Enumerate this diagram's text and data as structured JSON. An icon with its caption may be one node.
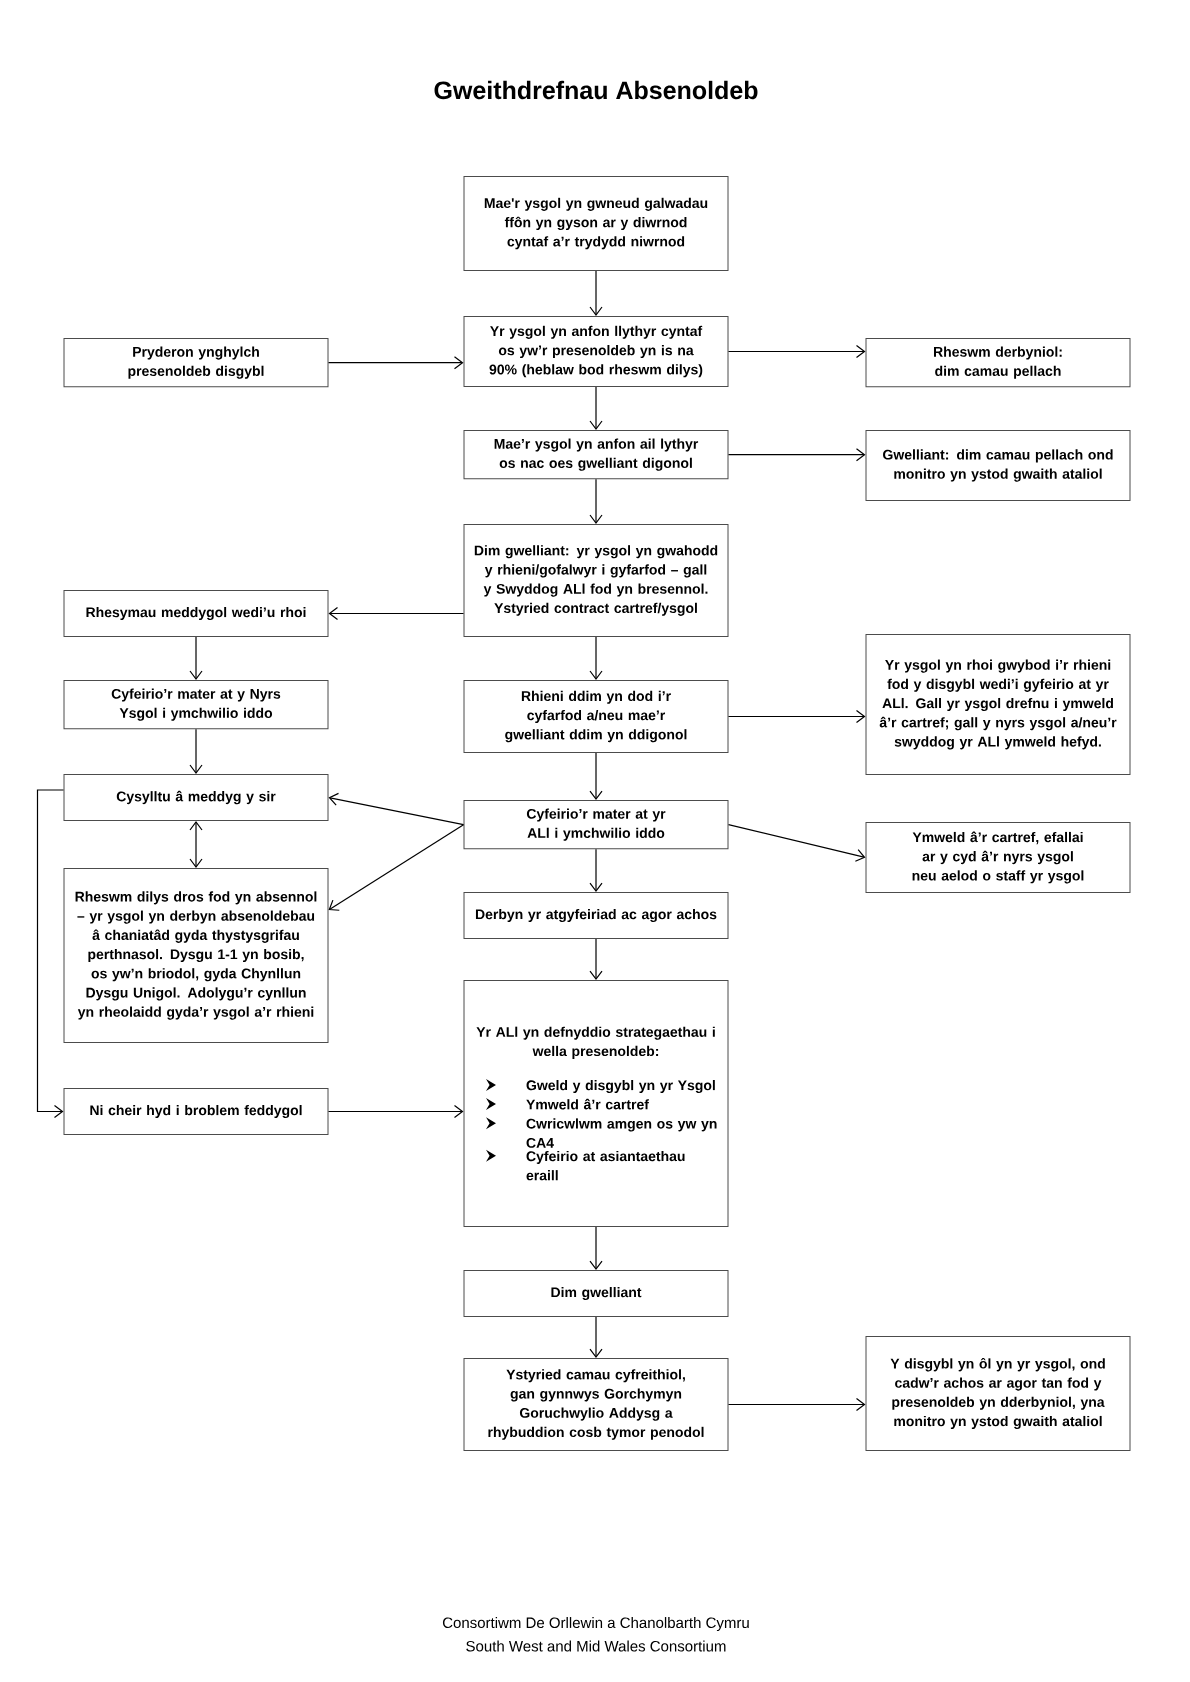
{
  "diagram": {
    "title": "Gweithdrefnau Absenoldeb",
    "nodes": [
      {
        "text": [
          "Mae'r ysgol yn gwneud galwadau ffôn yn gyson ar y diwrnod cyntaf a’r trydydd niwrnod"
        ]
      },
      {
        "text": [
          "Pryderon ynghylch presenoldeb disgybl"
        ]
      },
      {
        "text": [
          "Yr ysgol yn anfon llythyr cyntaf os yw’r presenoldeb yn is na 90% (heblaw bod rheswm dilys)"
        ]
      },
      {
        "text": [
          "Rheswm derbyniol: dim camau pellach"
        ]
      },
      {
        "text": [
          "Mae’r ysgol yn anfon ail lythyr os nac oes gwelliant digonol"
        ]
      },
      {
        "text": [
          "Gwelliant: dim camau pellach ond monitro yn ystod gwaith ataliol"
        ]
      },
      {
        "text": [
          "Dim gwelliant: yr ysgol yn gwahodd y rhieni/gofalwyr i gyfarfod – gall y Swyddog ALl fod yn bresennol.  Ystyried contract cartref/ysgol"
        ]
      },
      {
        "text": [
          "Rhesymau meddygol wedi’u rhoi"
        ]
      },
      {
        "text": [
          "Cyfeirio’r mater at y Nyrs Ysgol i ymchwilio iddo"
        ]
      },
      {
        "text": [
          "Rhieni ddim yn dod i’r cyfarfod a/neu mae’r gwelliant ddim yn ddigonol"
        ]
      },
      {
        "text": [
          "Yr ysgol yn rhoi gwybod i’r rhieni fod y disgybl wedi’i gyfeirio at yr ALl. Gall yr ysgol drefnu i ymweld â’r cartref; gall y nyrs ysgol a/neu’r swyddog yr  ALl ymweld hefyd."
        ]
      },
      {
        "text": [
          "Cysylltu â meddyg y sir"
        ]
      },
      {
        "text": [
          "Cyfeirio’r mater at yr ALl i ymchwilio iddo"
        ]
      },
      {
        "text": [
          "Ymweld â’r cartref, efallai ar y cyd â’r nyrs ysgol neu aelod o staff yr ysgol"
        ]
      },
      {
        "text": [
          "Rheswm dilys dros fod yn absennol – yr ysgol yn derbyn absenoldebau â chaniatâd gyda thystysgrifau perthnasol. Dysgu 1-1 yn bosib, os yw’n briodol, gyda Chynllun Dysgu Unigol. Adolygu’r cynllun yn rheolaidd gyda’r ysgol a’r rhieni"
        ]
      },
      {
        "text": [
          "Derbyn yr atgyfeiriad ac agor achos"
        ]
      },
      {
        "text": [
          "Ni cheir hyd i broblem feddygol"
        ]
      },
      {
        "text": [
          "Yr ALl yn defnyddio strategaethau i wella presenoldeb:",
          "Gweld y disgybl yn yr Ysgol",
          "Ymweld â’r cartref",
          "Cwricwlwm amgen os yw yn CA4",
          "Cyfeirio at asiantaethau eraill"
        ]
      },
      {
        "text": [
          "Dim gwelliant"
        ]
      },
      {
        "text": [
          "Ystyried camau cyfreithiol, gan gynnwys Gorchymyn Goruchwylio Addysg a rhybuddion cosb tymor penodol"
        ]
      },
      {
        "text": [
          "Y disgybl yn ôl yn yr ysgol, ond cadw’r achos ar agor tan fod y presenoldeb yn dderbyniol, yna monitro yn ystod gwaith ataliol"
        ]
      }
    ],
    "edges": [
      {
        "from": 0,
        "to": 2,
        "arrow": "to"
      },
      {
        "from": 1,
        "to": 2,
        "arrow": "to"
      },
      {
        "from": 2,
        "to": 3,
        "arrow": "to"
      },
      {
        "from": 2,
        "to": 4,
        "arrow": "to"
      },
      {
        "from": 4,
        "to": 5,
        "arrow": "to"
      },
      {
        "from": 4,
        "to": 6,
        "arrow": "to"
      },
      {
        "from": 6,
        "to": 7,
        "arrow": "to"
      },
      {
        "from": 7,
        "to": 8,
        "arrow": "to"
      },
      {
        "from": 6,
        "to": 9,
        "arrow": "to"
      },
      {
        "from": 8,
        "to": 11,
        "arrow": "to"
      },
      {
        "from": 9,
        "to": 10,
        "arrow": "to"
      },
      {
        "from": 9,
        "to": 12,
        "arrow": "to"
      },
      {
        "from": 12,
        "to": 11,
        "arrow": "to"
      },
      {
        "from": 12,
        "to": 14,
        "arrow": "to"
      },
      {
        "from": 12,
        "to": 13,
        "arrow": "to"
      },
      {
        "from": 11,
        "to": 14,
        "arrow": "both"
      },
      {
        "from": 11,
        "to": 16,
        "arrow": "to"
      },
      {
        "from": 12,
        "to": 15,
        "arrow": "to"
      },
      {
        "from": 15,
        "to": 17,
        "arrow": "to"
      },
      {
        "from": 16,
        "to": 17,
        "arrow": "to"
      },
      {
        "from": 17,
        "to": 18,
        "arrow": "to"
      },
      {
        "from": 18,
        "to": 19,
        "arrow": "to"
      },
      {
        "from": 19,
        "to": 20,
        "arrow": "to"
      }
    ],
    "labels": [
      "Consortiwm De Orllewin a Chanolbarth Cymru",
      "South West and Mid Wales Consortium"
    ]
  }
}
